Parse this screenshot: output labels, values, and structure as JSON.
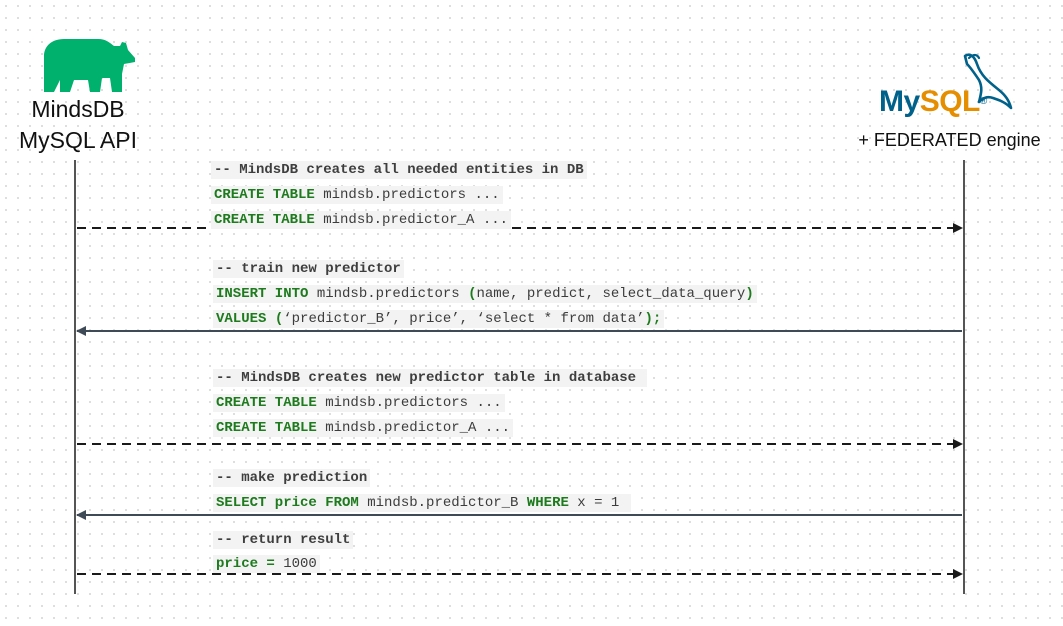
{
  "left_actor": {
    "logo_icon": "bear-logo-icon",
    "logo_color": "#00b06d",
    "line1": "MindsDB",
    "line2": "MySQL API"
  },
  "right_actor": {
    "logo_icon": "dolphin-logo-icon",
    "wordmark_my": "My",
    "wordmark_sql": "SQL",
    "wordmark_r": "®",
    "my_color": "#00618a",
    "sql_color": "#e48e00",
    "subtitle": "+ FEDERATED engine"
  },
  "messages": [
    {
      "direction": "to-right",
      "style": "dashed",
      "lines": [
        [
          {
            "t": "-- MindsDB creates all needed entities in DB",
            "c": "cm"
          }
        ],
        [
          {
            "t": "CREATE TABLE",
            "c": "kw"
          },
          {
            "t": " mindsb.predictors ...",
            "c": "pl"
          }
        ],
        [
          {
            "t": "CREATE TABLE",
            "c": "kw"
          },
          {
            "t": " mindsb.predictor_A ...",
            "c": "pl"
          }
        ]
      ]
    },
    {
      "direction": "to-left",
      "style": "solid",
      "lines": [
        [
          {
            "t": "-- train new predictor",
            "c": "cm"
          }
        ],
        [
          {
            "t": "INSERT INTO",
            "c": "kw"
          },
          {
            "t": " mindsb.predictors ",
            "c": "pl"
          },
          {
            "t": "(",
            "c": "kw"
          },
          {
            "t": "name, predict, select_data_query",
            "c": "pl"
          },
          {
            "t": ")",
            "c": "kw"
          }
        ],
        [
          {
            "t": "VALUES",
            "c": "kw"
          },
          {
            "t": " (",
            "c": "kw"
          },
          {
            "t": "‘predictor_B’, price’, ‘select * from data’",
            "c": "pl"
          },
          {
            "t": ");",
            "c": "kw"
          }
        ]
      ]
    },
    {
      "direction": "to-right",
      "style": "dashed",
      "lines": [
        [
          {
            "t": "-- MindsDB creates new predictor table in database ",
            "c": "cm"
          }
        ],
        [
          {
            "t": "CREATE TABLE",
            "c": "kw"
          },
          {
            "t": " mindsb.predictors ...",
            "c": "pl"
          }
        ],
        [
          {
            "t": "CREATE TABLE",
            "c": "kw"
          },
          {
            "t": " mindsb.predictor_A ...",
            "c": "pl"
          }
        ]
      ]
    },
    {
      "direction": "to-left",
      "style": "solid",
      "lines": [
        [
          {
            "t": "-- make prediction",
            "c": "cm"
          }
        ],
        [
          {
            "t": "SELECT price FROM",
            "c": "kw"
          },
          {
            "t": " mindsb.predictor_B ",
            "c": "pl"
          },
          {
            "t": "WHERE",
            "c": "kw"
          },
          {
            "t": " x = 1 ",
            "c": "pl"
          }
        ]
      ]
    },
    {
      "direction": "to-right",
      "style": "dashed",
      "lines": [
        [
          {
            "t": "-- return result",
            "c": "cm"
          }
        ],
        [
          {
            "t": "price =",
            "c": "kw"
          },
          {
            "t": " 1000",
            "c": "pl"
          }
        ]
      ]
    }
  ]
}
